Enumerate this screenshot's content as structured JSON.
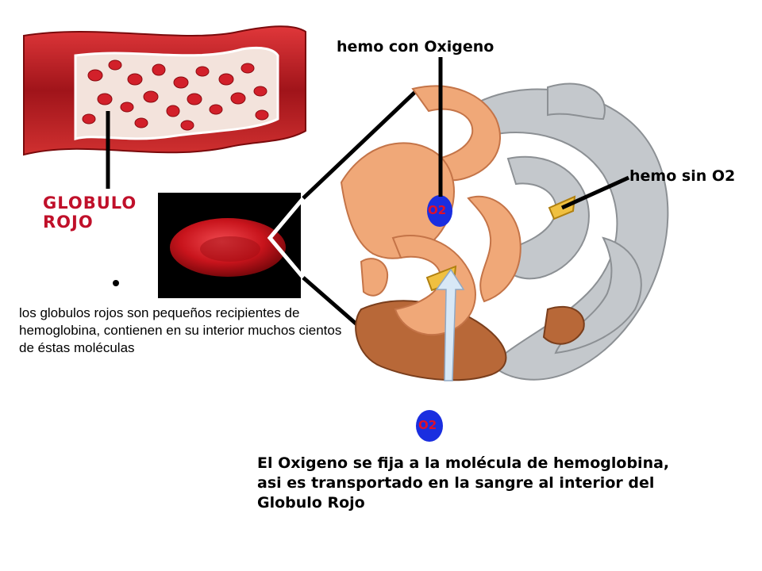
{
  "labels": {
    "hemo_con_oxigeno": "hemo con Oxigeno",
    "hemo_sin_o2": "hemo sin O2",
    "globulo_rojo_line1": "GLOBULO",
    "globulo_rojo_line2": "ROJO",
    "o2_bound": "O2",
    "o2_free": "O2"
  },
  "captions": {
    "left": "los globulos rojos son pequeños recipientes de hemoglobina, contienen en su interior muchos cientos de éstas moléculas",
    "bottom": "El Oxigeno se fija a la molécula de hemoglobina, asi es transportado en la sangre al interior del Globulo Rojo"
  },
  "colors": {
    "vessel": "#b0191c",
    "cell": "#e3202a",
    "protein_orange": "#f0a878",
    "protein_brown": "#b86838",
    "protein_grey": "#c4c8cc",
    "o2_blue": "#1a2ee0",
    "label_red": "#c0102a"
  }
}
